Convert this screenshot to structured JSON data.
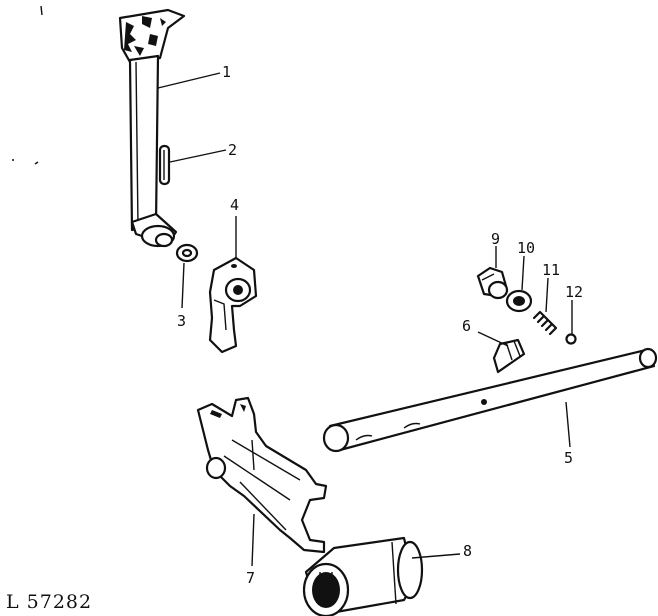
{
  "figure_code": "L 57282",
  "callouts": [
    {
      "id": 1,
      "label": "1"
    },
    {
      "id": 2,
      "label": "2"
    },
    {
      "id": 3,
      "label": "3"
    },
    {
      "id": 4,
      "label": "4"
    },
    {
      "id": 5,
      "label": "5"
    },
    {
      "id": 6,
      "label": "6"
    },
    {
      "id": 7,
      "label": "7"
    },
    {
      "id": 8,
      "label": "8"
    },
    {
      "id": 9,
      "label": "9"
    },
    {
      "id": 10,
      "label": "10"
    },
    {
      "id": 11,
      "label": "11"
    },
    {
      "id": 12,
      "label": "12"
    }
  ]
}
